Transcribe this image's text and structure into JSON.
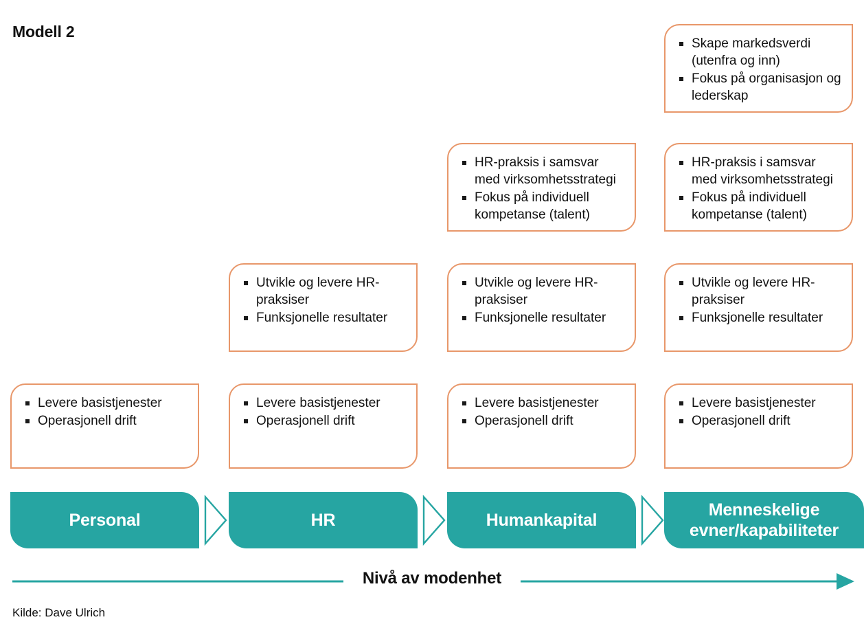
{
  "title": "Modell 2",
  "colors": {
    "accent_teal": "#26a5a2",
    "card_border_orange": "#e8976a",
    "text": "#111111",
    "background": "#ffffff"
  },
  "source": {
    "label": "Kilde: Dave Ulrich"
  },
  "axis": {
    "label": "Nivå av modenhet",
    "arrow_icon": "arrow-right-icon",
    "direction": "left-to-right"
  },
  "stages": [
    {
      "id": "personal",
      "label": "Personal"
    },
    {
      "id": "hr",
      "label": "HR"
    },
    {
      "id": "humankapital",
      "label": "Humankapital"
    },
    {
      "id": "menneskelige-evner",
      "label": "Menneskelige evner/kapabiliteter"
    }
  ],
  "separators": [
    {
      "id": "chevron-1",
      "icon": "chevron-right-icon"
    },
    {
      "id": "chevron-2",
      "icon": "chevron-right-icon"
    },
    {
      "id": "chevron-3",
      "icon": "chevron-right-icon"
    }
  ],
  "cards": {
    "level1": {
      "id": "level-basistjenester",
      "items": [
        "Levere basistjenester",
        "Operasjonell drift"
      ]
    },
    "level2": {
      "id": "level-hr-praksiser",
      "items": [
        "Utvikle og levere HR-praksiser",
        "Funksjonelle resultater"
      ]
    },
    "level3": {
      "id": "level-virksomhetsstrategi",
      "items": [
        "HR-praksis i samsvar med virksomhetsstrategi",
        "Fokus på individuell kompetanse (talent)"
      ]
    },
    "level4": {
      "id": "level-markedsverdi",
      "items": [
        "Skape markedsverdi (utenfra og inn)",
        "Fokus på organisasjon og lederskap"
      ]
    }
  },
  "matrix": [
    {
      "column": "personal",
      "cards": [
        "level1"
      ]
    },
    {
      "column": "hr",
      "cards": [
        "level1",
        "level2"
      ]
    },
    {
      "column": "humankapital",
      "cards": [
        "level1",
        "level2",
        "level3"
      ]
    },
    {
      "column": "menneskelige-evner",
      "cards": [
        "level1",
        "level2",
        "level3",
        "level4"
      ]
    }
  ]
}
